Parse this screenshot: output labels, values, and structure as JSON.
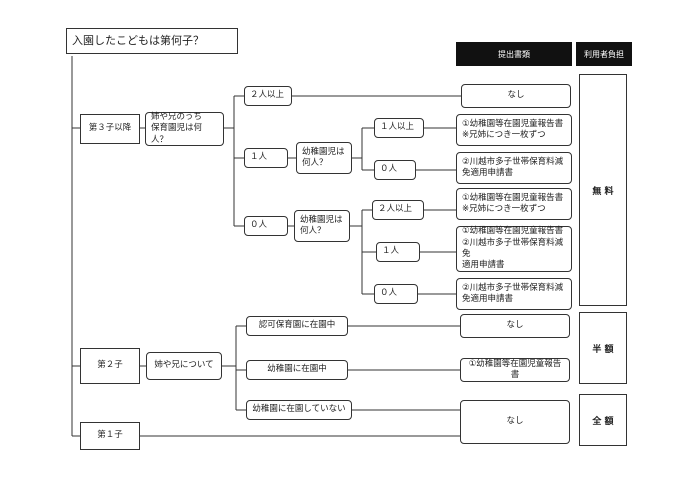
{
  "title": "入園したこどもは第何子？",
  "headers": {
    "documents": "提出書類",
    "fee": "利用者負担"
  },
  "levels": {
    "third": "第３子以降",
    "second": "第２子",
    "first": "第１子"
  },
  "questions": {
    "siblings_nursery": [
      "姉や兄のうち",
      "保育園児は何人？"
    ],
    "kindergarten_a": [
      "幼稚園児は",
      "何人？"
    ],
    "kindergarten_b": [
      "幼稚園児は",
      "何人？"
    ],
    "siblings_about": "姉や兄について"
  },
  "answers": {
    "two_plus_top": "２人以上",
    "one": "１人",
    "zero": "０人",
    "k1_one_plus": "１人以上",
    "k1_zero": "０人",
    "k2_two_plus": "２人以上",
    "k2_one": "１人",
    "k2_zero": "０人",
    "licensed": "認可保育園に在園中",
    "kinder_enrolled": "幼稚園に在園中",
    "kinder_not": "幼稚園に在園していない"
  },
  "documents": {
    "none1": "なし",
    "doc_report_a": [
      "①幼稚園等在園児童報告書",
      "※兄姉につき一枚ずつ"
    ],
    "doc_waiver_a": [
      "②川越市多子世帯保育料減",
      "免適用申請書"
    ],
    "doc_report_b": [
      "①幼稚園等在園児童報告書",
      "※兄姉につき一枚ずつ"
    ],
    "doc_both": [
      "①幼稚園等在園児童報告書",
      "②川越市多子世帯保育料減免",
      "適用申請書"
    ],
    "doc_waiver_b": [
      "②川越市多子世帯保育料減",
      "免適用申請書"
    ],
    "none2": "なし",
    "doc_report_c": "①幼稚園等在園児童報告書",
    "none3": "なし"
  },
  "fees": {
    "free": "無 料",
    "half": "半 額",
    "full": "全 額"
  }
}
